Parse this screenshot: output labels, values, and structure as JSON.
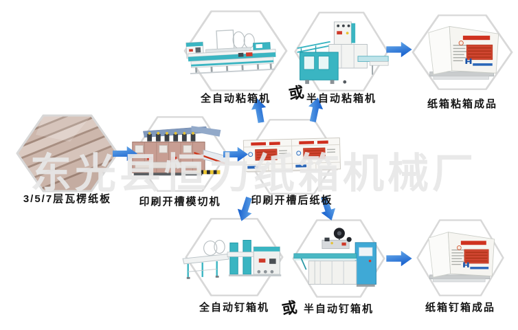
{
  "watermark": "东光县恒力纸箱机械厂",
  "or_label": "或",
  "nodes": {
    "cardboard": {
      "label": "3/5/7层瓦楞纸板"
    },
    "die_cutter": {
      "label": "印刷开槽模切机"
    },
    "slotted_board": {
      "label": "印刷开槽后纸板"
    },
    "auto_gluer": {
      "label": "全自动粘箱机"
    },
    "semi_gluer": {
      "label": "半自动粘箱机"
    },
    "glued_product": {
      "label": "纸箱粘箱成品"
    },
    "auto_stitcher": {
      "label": "全自动钉箱机"
    },
    "semi_stitcher": {
      "label": "半自动钉箱机"
    },
    "stitched_product": {
      "label": "纸箱钉箱成品"
    }
  },
  "flow": {
    "edges": [
      {
        "from": "cardboard",
        "to": "die_cutter"
      },
      {
        "from": "die_cutter",
        "to": "slotted_board"
      },
      {
        "from": "slotted_board",
        "to": "auto_gluer"
      },
      {
        "from": "slotted_board",
        "to": "semi_gluer"
      },
      {
        "from": "semi_gluer",
        "to": "glued_product"
      },
      {
        "from": "slotted_board",
        "to": "auto_stitcher"
      },
      {
        "from": "slotted_board",
        "to": "semi_stitcher"
      },
      {
        "from": "semi_stitcher",
        "to": "stitched_product"
      }
    ]
  },
  "colors": {
    "arrow_blue": "#1d74d8",
    "arrow_blue_light": "#6fb1ec",
    "hex_border": "#d8d8d8",
    "machine_teal": "#3ab5c2",
    "machine_blue": "#3fa9d6",
    "print_red": "#cf3220",
    "cardboard_tan": "#cdb7ac",
    "watermark_gray": "#e8e8e8"
  }
}
